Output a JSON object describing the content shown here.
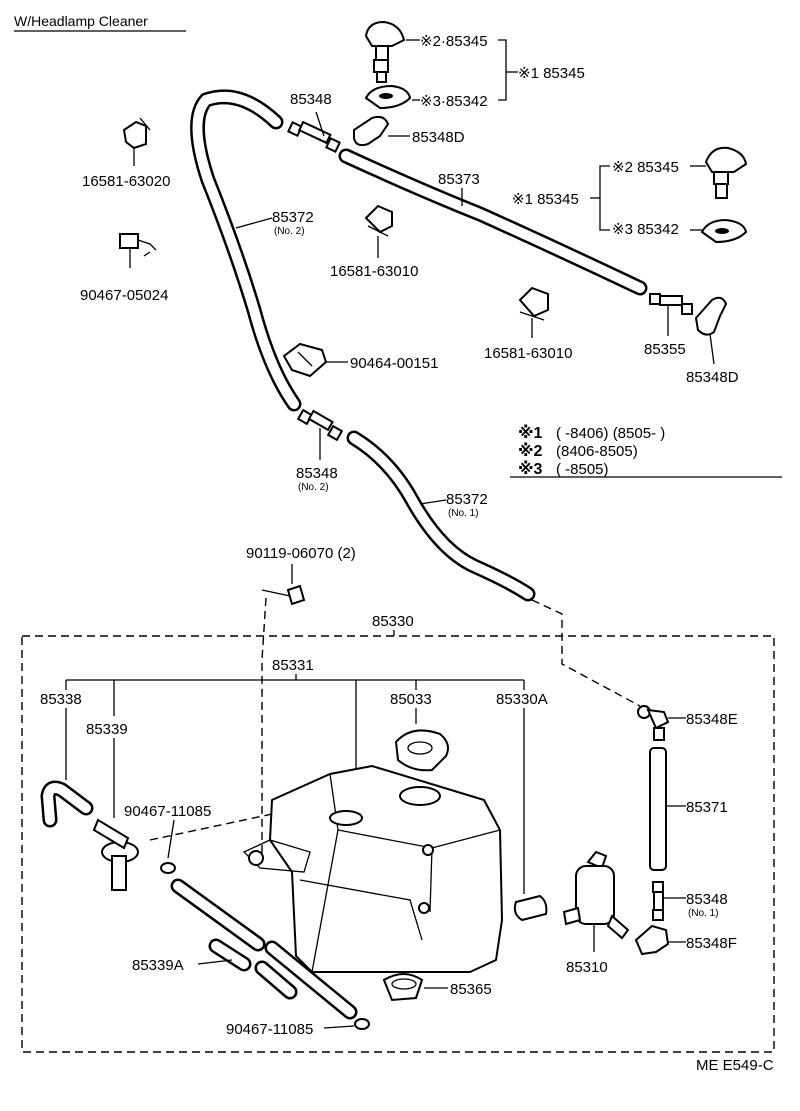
{
  "title": "W/Headlamp Cleaner",
  "footer_code": "ME E549-C",
  "labels": {
    "p85345_top": "※2·85345",
    "p185345_top": "※1 85345",
    "p85342_top": "※3·85342",
    "p85348_top": "85348",
    "p85348D_top": "85348D",
    "c16581_63020": "16581-63020",
    "c90467_05024": "90467-05024",
    "p85372_no2": "85372",
    "p85372_no2_sub": "(No. 2)",
    "c16581_63010_a": "16581-63010",
    "p85373": "85373",
    "p85345_right": "※2 85345",
    "p185345_right": "※1 85345",
    "p85342_right": "※3 85342",
    "c90464_00151": "90464-00151",
    "c16581_63010_b": "16581-63010",
    "p85355": "85355",
    "p85348D_right": "85348D",
    "p85348_no2": "85348",
    "p85348_no2_sub": "(No. 2)",
    "p85372_no1": "85372",
    "p85372_no1_sub": "(No. 1)",
    "b90119": "90119-06070 (2)",
    "p85330": "85330",
    "p85331": "85331",
    "p85338": "85338",
    "p85339": "85339",
    "p85033": "85033",
    "p85330A": "85330A",
    "p85348E": "85348E",
    "c90467_11085_a": "90467-11085",
    "p85371": "85371",
    "p85348_no1": "85348",
    "p85348_no1_sub": "(No. 1)",
    "p85348F": "85348F",
    "p85310": "85310",
    "p85339A": "85339A",
    "p85365": "85365",
    "c90467_11085_b": "90467-11085"
  },
  "legend": {
    "row1_mark": "※1",
    "row1_text": "(        -8406) (8505-        )",
    "row2_mark": "※2",
    "row2_text": "(8406-8505)",
    "row3_mark": "※3",
    "row3_text": "(        -8505)"
  }
}
